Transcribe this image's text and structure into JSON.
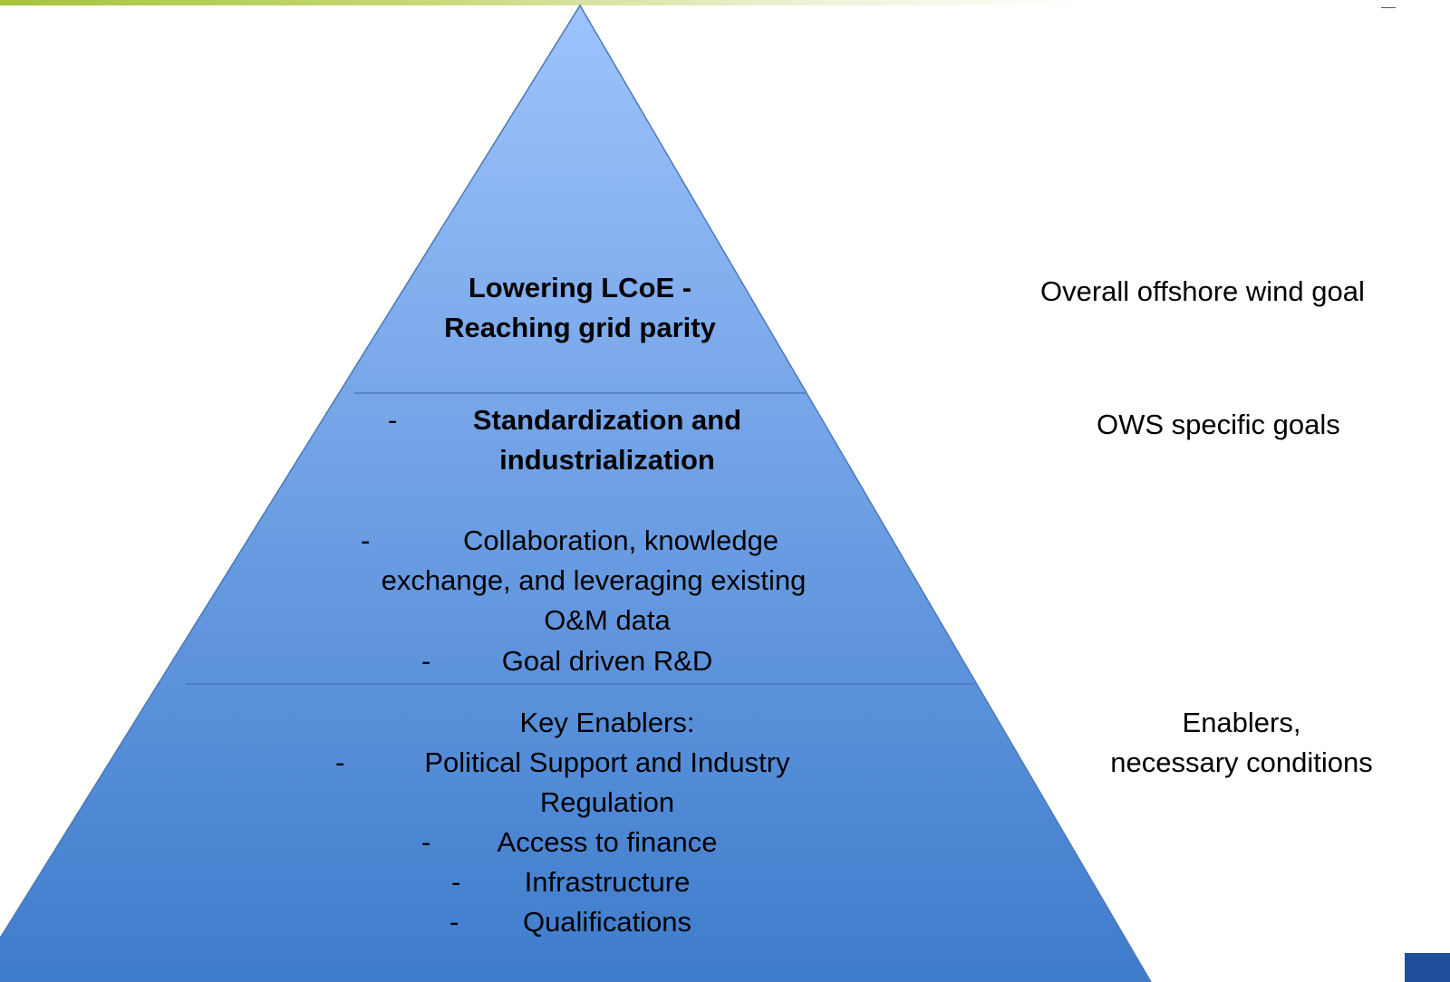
{
  "colors": {
    "pyramid_top": "#9ec3fc",
    "pyramid_bottom": "#3e7ccc",
    "outline": "#4a78b8",
    "accent_bar": "#a6c43a",
    "logo_blue": "#1f4e9c"
  },
  "pyramid": {
    "tier1": {
      "line1": "Lowering LCoE -",
      "line2": "Reaching grid parity"
    },
    "tier2": {
      "item1_dash": "-",
      "item1_line1": "Standardization and",
      "item1_line2": "industrialization",
      "item2_dash": "-",
      "item2_line1": "Collaboration, knowledge",
      "item2_line2": "exchange, and leveraging existing",
      "item2_line3": "O&M data",
      "item3_dash": "-",
      "item3_line1": "Goal driven R&D"
    },
    "tier3": {
      "heading": "Key Enablers:",
      "item1_dash": "-",
      "item1_line1": "Political Support and Industry",
      "item1_line2": "Regulation",
      "item2_dash": "-",
      "item2_line1": "Access to finance",
      "item3_dash": "-",
      "item3_line1": "Infrastructure",
      "item4_dash": "-",
      "item4_line1": "Qualifications"
    }
  },
  "side_labels": {
    "top": "Overall offshore wind goal",
    "middle": "OWS specific goals",
    "bottom_line1": "Enablers,",
    "bottom_line2": "necessary conditions"
  }
}
